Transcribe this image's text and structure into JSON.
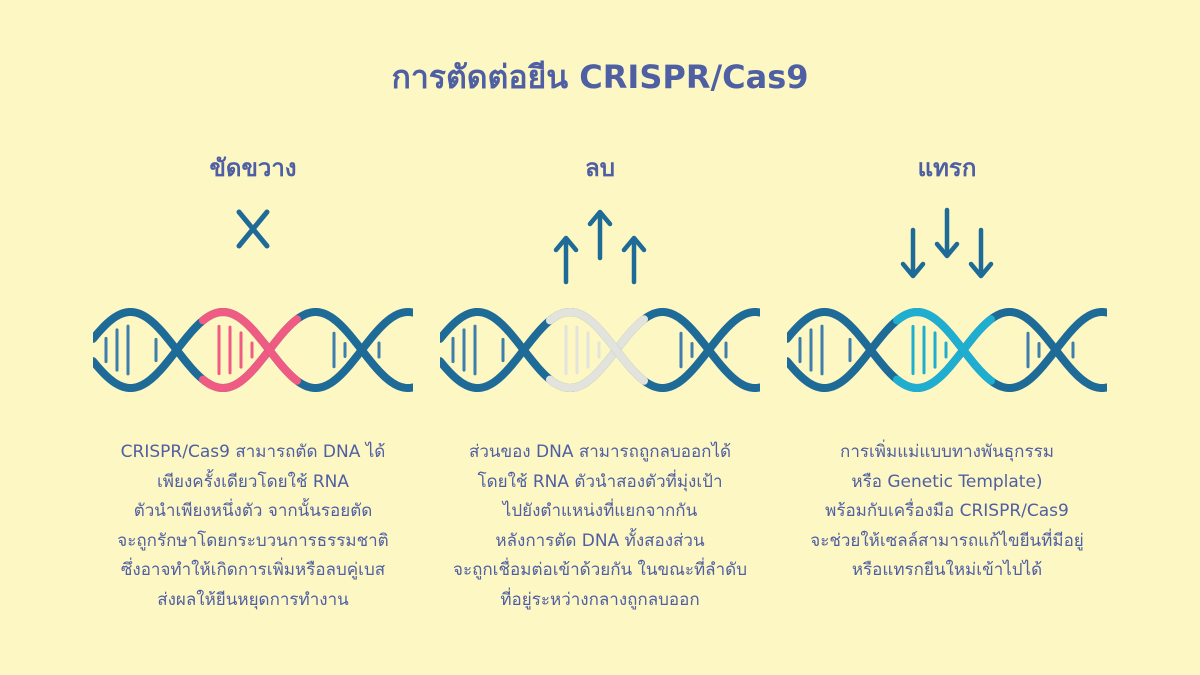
{
  "title": "การตัดต่อยีน CRISPR/Cas9",
  "colors": {
    "background": "#fdf7c3",
    "text": "#4f5fa3",
    "strand": "#1e6b98",
    "rung": "#3d7eac",
    "block_highlight": "#ef5b82",
    "delete_highlight": "#e2e3dc",
    "insert_highlight": "#20aed0"
  },
  "columns": [
    {
      "title": "ขัดขวาง",
      "icon": "cross-icon",
      "lines": [
        "CRISPR/Cas9 สามารถตัด DNA ได้",
        "เพียงครั้งเดียวโดยใช้ RNA",
        "ตัวนำเพียงหนึ่งตัว จากนั้นรอยตัด",
        "จะถูกรักษาโดยกระบวนการธรรมชาติ",
        "ซึ่งอาจทำให้เกิดการเพิ่มหรือลบคู่เบส",
        "ส่งผลให้ยีนหยุดการทำงาน"
      ]
    },
    {
      "title": "ลบ",
      "icon": "up-arrows-icon",
      "lines": [
        "ส่วนของ DNA สามารถถูกลบออกได้",
        "โดยใช้ RNA ตัวนำสองตัวที่มุ่งเป้า",
        "ไปยังตำแหน่งที่แยกจากกัน",
        "หลังการตัด DNA ทั้งสองส่วน",
        "จะถูกเชื่อมต่อเข้าด้วยกัน ในขณะที่ลำดับ",
        "ที่อยู่ระหว่างกลางถูกลบออก"
      ]
    },
    {
      "title": "แทรก",
      "icon": "down-arrows-icon",
      "lines": [
        "การเพิ่มแม่แบบทางพันธุกรรม",
        "หรือ Genetic Template)",
        "พร้อมกับเครื่องมือ CRISPR/Cas9",
        "จะช่วยให้เซลล์สามารถแก้ไขยีนที่มีอยู่",
        "หรือแทรกยีนใหม่เข้าไปได้"
      ]
    }
  ]
}
